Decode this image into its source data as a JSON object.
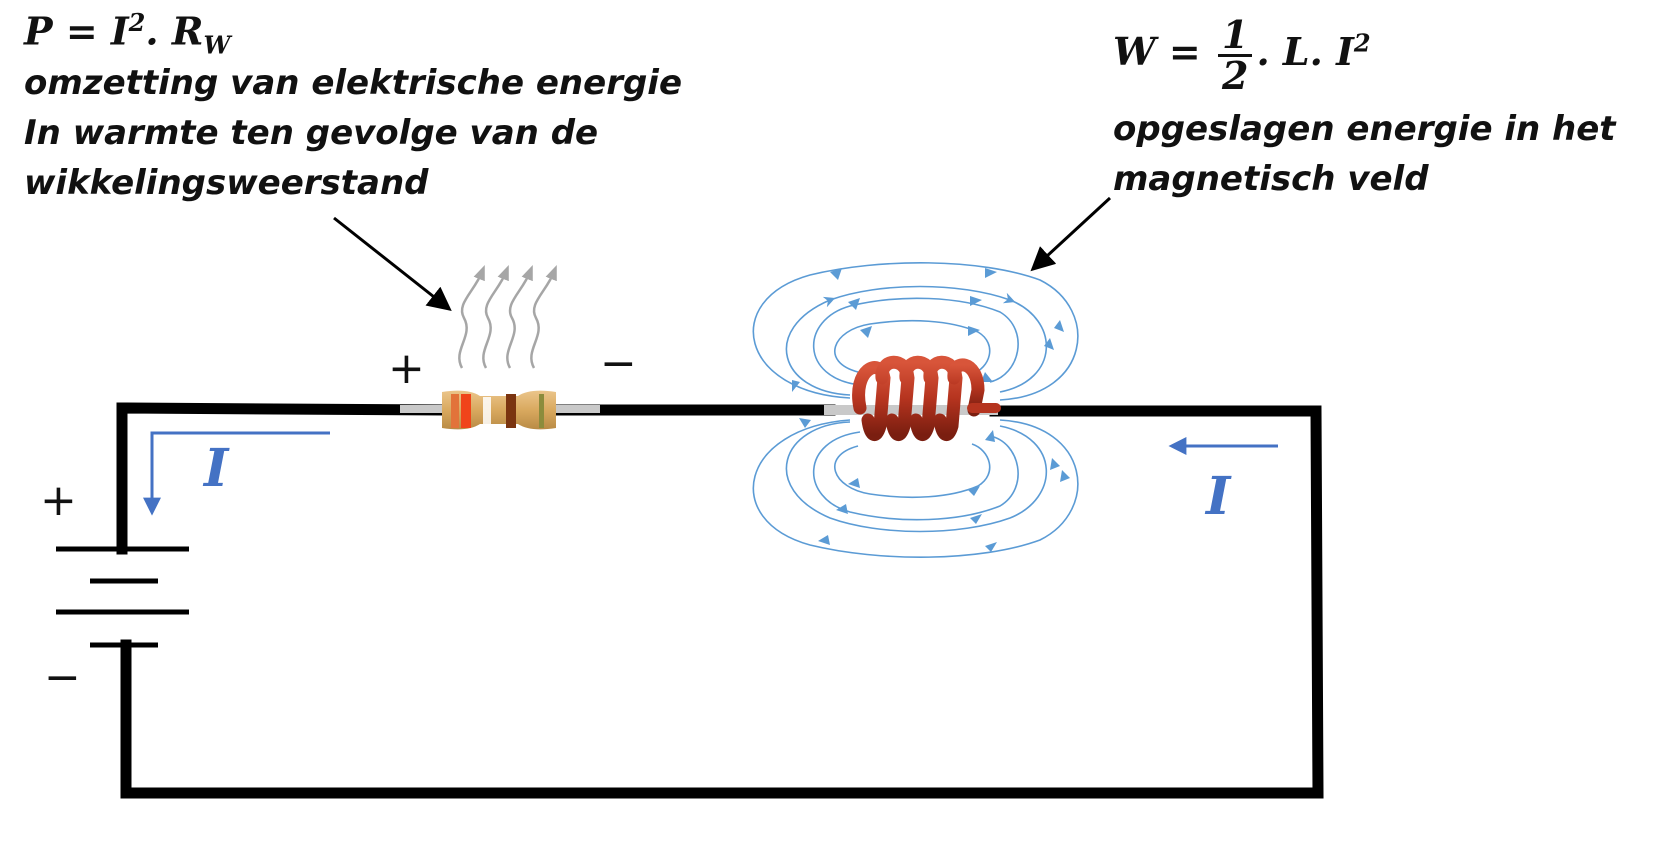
{
  "left_annotation": {
    "formula": {
      "lhs": "P",
      "eq": "=",
      "base": "I",
      "exp": "2",
      "dot": ".",
      "r": "R",
      "sub": "W"
    },
    "lines": [
      "omzetting van elektrische energie",
      "In warmte ten gevolge van de",
      "wikkelingsweerstand"
    ]
  },
  "right_annotation": {
    "formula": {
      "lhs": "W",
      "eq": "=",
      "num": "1",
      "den": "2",
      "rest": ". L. I",
      "exp": "2"
    },
    "lines": [
      "opgeslagen energie in het",
      "magnetisch veld"
    ]
  },
  "signs": {
    "battery_plus": "+",
    "battery_minus": "−",
    "resistor_plus": "+",
    "resistor_minus": "−"
  },
  "current_labels": {
    "left": "I",
    "right": "I"
  },
  "colors": {
    "wire": "#000000",
    "arrow_blue": "#4472C4",
    "field_blue": "#5B9BD5",
    "coil": "#B5341F",
    "resistor_body": "#D9A95F",
    "heat_gray": "#A6A6A6"
  }
}
